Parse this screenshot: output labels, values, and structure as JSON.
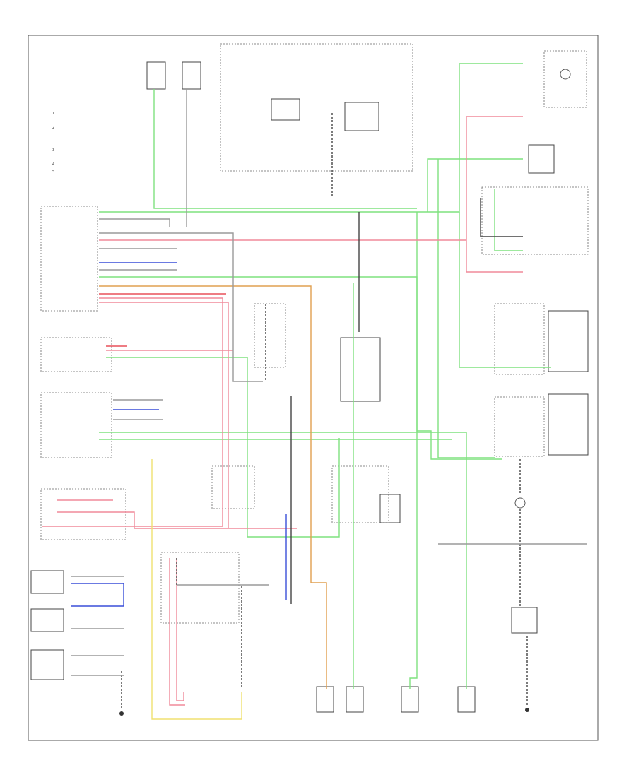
{
  "diagram": {
    "page_label": "",
    "legend": [
      {
        "symbol": "1",
        "text": ""
      },
      {
        "symbol": "2",
        "text": ""
      },
      {
        "symbol": "3",
        "text": ""
      },
      {
        "symbol": "4",
        "text": ""
      },
      {
        "symbol": "5",
        "text": ""
      }
    ],
    "colors": {
      "green": "#7fe27f",
      "pink": "#f08a9a",
      "red": "#e8505a",
      "blue": "#3a4fd8",
      "orange": "#e0a050",
      "yellow": "#f0e070",
      "black": "#333333",
      "grey": "#9a9a9a"
    },
    "components": [
      {
        "id": "module-main",
        "label": ""
      },
      {
        "id": "relay-top-center",
        "label": ""
      },
      {
        "id": "fuse-box-top",
        "label": ""
      },
      {
        "id": "dome-light-top-right",
        "label": ""
      },
      {
        "id": "door-switch-front-right",
        "label": ""
      },
      {
        "id": "door-switch-front-left",
        "label": ""
      },
      {
        "id": "courtesy-lamp-left",
        "label": ""
      },
      {
        "id": "courtesy-lamp-right",
        "label": ""
      },
      {
        "id": "door-lock-actuator-1",
        "label": ""
      },
      {
        "id": "door-lock-actuator-2",
        "label": ""
      },
      {
        "id": "door-lock-actuator-3",
        "label": ""
      },
      {
        "id": "door-lock-actuator-4",
        "label": ""
      },
      {
        "id": "door-lock-actuator-5",
        "label": ""
      },
      {
        "id": "trunk-lamp",
        "label": ""
      },
      {
        "id": "trunk-switch",
        "label": ""
      },
      {
        "id": "ground-1",
        "label": ""
      },
      {
        "id": "ground-2",
        "label": ""
      },
      {
        "id": "ground-3",
        "label": ""
      }
    ]
  }
}
